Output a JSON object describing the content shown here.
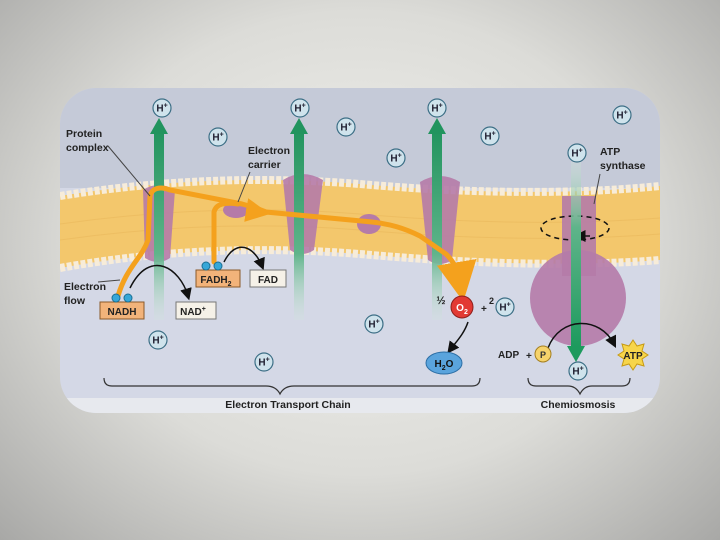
{
  "labels": {
    "protein_complex_line1": "Protein",
    "protein_complex_line2": "complex",
    "electron_carrier_line1": "Electron",
    "electron_carrier_line2": "carrier",
    "electron_flow_line1": "Electron",
    "electron_flow_line2": "flow",
    "atp_synthase_line1": "ATP",
    "atp_synthase_line2": "synthase",
    "etc": "Electron Transport Chain",
    "chemiosmosis": "Chemiosmosis"
  },
  "molecules": {
    "nadh": "NADH",
    "nad": "NAD",
    "nad_sup": "+",
    "fadh2": "FADH",
    "fadh2_sub": "2",
    "fad": "FAD",
    "o2": "O",
    "o2_sub": "2",
    "half": "½",
    "plus": "+",
    "two": "2",
    "h2o_h": "H",
    "h2o_sub": "2",
    "h2o_o": "O",
    "adp": "ADP",
    "p": "P",
    "atp": "ATP"
  },
  "ion": {
    "symbol": "H",
    "charge": "+"
  },
  "colors": {
    "membrane_head": "#f7ecd9",
    "membrane_tail": "#f3c76c",
    "protein": "#b57ba8",
    "arrow_green": "#2a9b67",
    "electron_arrow": "#f4a11d",
    "ion_fill": "#cfe3ec",
    "o2_fill": "#e23a34",
    "h2o_fill": "#5aa4dd",
    "atp_fill": "#f7d54a"
  }
}
